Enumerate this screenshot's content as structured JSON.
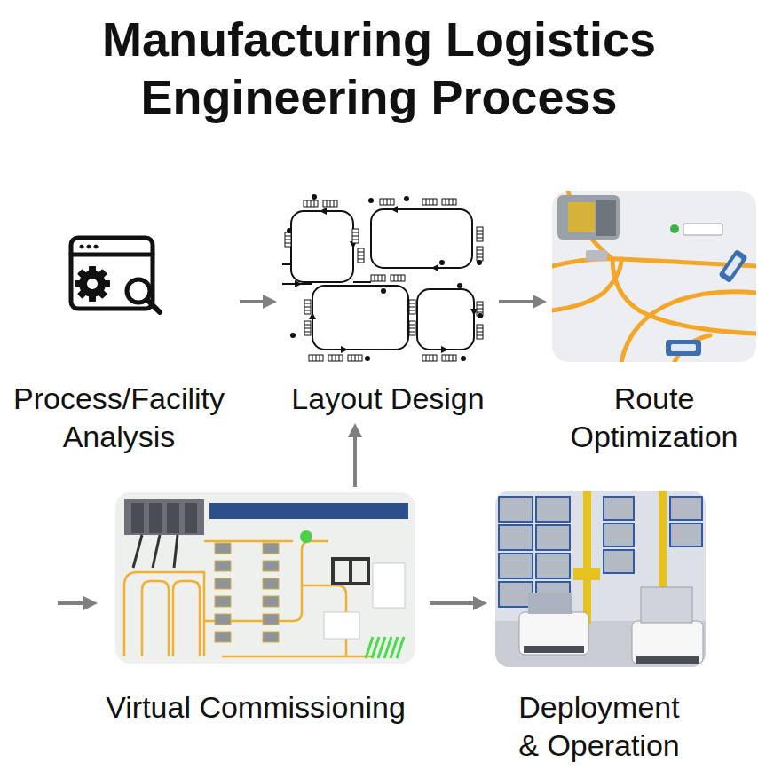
{
  "diagram": {
    "title": "Manufacturing Logistics Engineering Process",
    "nodes": [
      {
        "text": [
          "Process/Facility Analysis"
        ]
      },
      {
        "text": [
          "Layout Design"
        ]
      },
      {
        "text": [
          "Route Optimization"
        ]
      },
      {
        "text": [
          "Virtual Commissioning"
        ]
      },
      {
        "text": [
          "Deployment & Operation"
        ]
      }
    ],
    "edges": [
      {
        "from": 0,
        "to": 1,
        "arrow": "to"
      },
      {
        "from": 1,
        "to": 2,
        "arrow": "to"
      },
      {
        "from": 3,
        "to": 1,
        "arrow": "to"
      },
      {
        "from": 3,
        "to": 4,
        "arrow": "to"
      }
    ]
  }
}
